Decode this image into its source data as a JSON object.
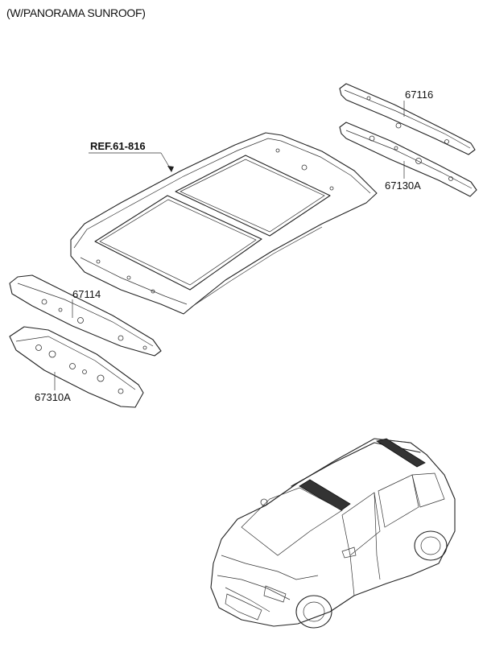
{
  "caption": "(W/PANORAMA SUNROOF)",
  "reference": "REF.61-816",
  "parts": {
    "rear_rail": "67116",
    "rear_rail_reinf": "67130A",
    "front_rail": "67114",
    "front_rail_reinf": "67310A"
  }
}
